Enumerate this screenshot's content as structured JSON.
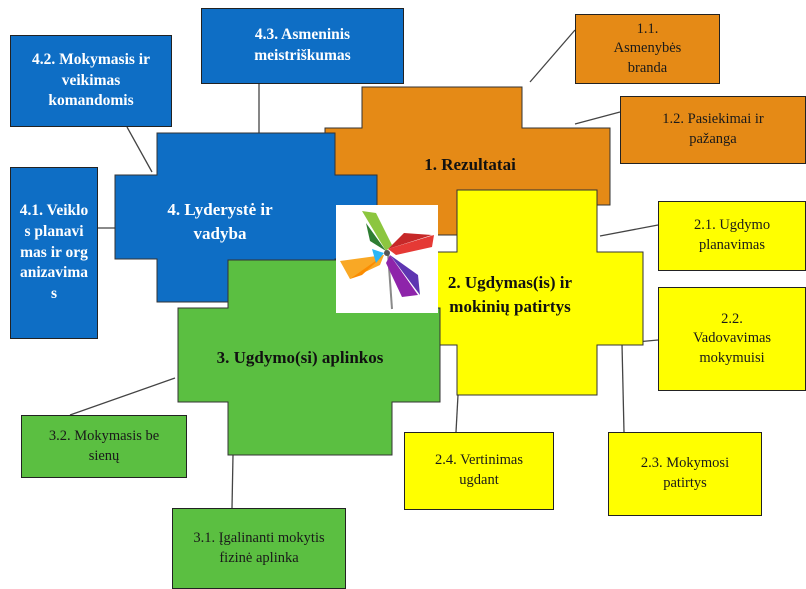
{
  "diagram": {
    "colors": {
      "blue": "#0e6ec5",
      "orange": "#e58a16",
      "yellow": "#ffff00",
      "green": "#5bbf41",
      "line": "#444444"
    },
    "areas": {
      "results": "1. Rezultatai",
      "education": "2. Ugdymas(is) ir mokinių patirtys",
      "environment": "3. Ugdymo(si) aplinkos",
      "leadership": "4. Lyderystė ir vadyba"
    },
    "subareas": {
      "1_1": "1.1. Asmenybės branda",
      "1_2": "1.2. Pasiekimai ir pažanga",
      "2_1": "2.1. Ugdymo planavimas",
      "2_2": "2.2. Vadovavimas mokymuisi",
      "2_3": "2.3. Mokymosi patirtys",
      "2_4": "2.4. Vertinimas ugdant",
      "3_1": "3.1. Įgalinanti mokytis fizinė aplinka",
      "3_2": "3.2. Mokymasis be sienų",
      "4_1": "4.1. Veiklos planavimas ir organizavimas",
      "4_2": "4.2. Mokymasis ir veikimas komandomis",
      "4_3": "4.3. Asmeninis meistriškumas"
    },
    "logo_icon": "pinwheel-icon"
  }
}
